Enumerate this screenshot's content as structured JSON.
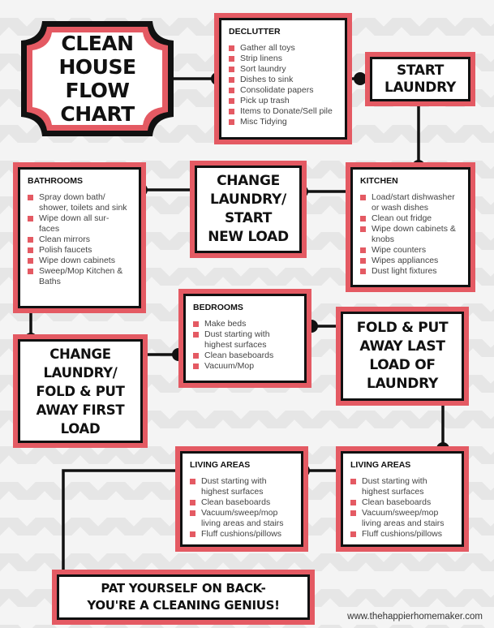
{
  "title": "CLEAN\nHOUSE\nFLOW\nCHART",
  "steps": {
    "start_laundry": "START\nLAUNDRY",
    "change_laundry_1": "CHANGE\nLAUNDRY/\nSTART\nNEW LOAD",
    "change_laundry_2": "CHANGE\nLAUNDRY/\nFOLD & PUT\nAWAY FIRST\nLOAD",
    "fold_last": "FOLD & PUT\nAWAY LAST\nLOAD OF\nLAUNDRY",
    "final": "PAT YOURSELF ON BACK-\nYOU'RE A CLEANING GENIUS!"
  },
  "lists": {
    "declutter": {
      "title": "DECLUTTER",
      "items": [
        "Gather all toys",
        "Strip linens",
        "Sort laundry",
        "Dishes to sink",
        "Consolidate papers",
        "Pick up trash",
        "Items to Donate/Sell pile",
        "Misc Tidying"
      ]
    },
    "kitchen": {
      "title": "KITCHEN",
      "items": [
        "Load/start dishwasher or wash dishes",
        "Clean out fridge",
        "Wipe down cabinets & knobs",
        "Wipe counters",
        "Wipes appliances",
        "Dust light fixtures"
      ]
    },
    "bathrooms": {
      "title": "BATHROOMS",
      "items": [
        "Spray down bath/ shower, toilets and sink",
        "Wipe down all sur- faces",
        "Clean mirrors",
        "Polish faucets",
        "Wipe down cabinets",
        "Sweep/Mop Kitchen & Baths"
      ]
    },
    "bedrooms": {
      "title": "BEDROOMS",
      "items": [
        "Make beds",
        "Dust starting with highest surfaces",
        "Clean baseboards",
        "Vacuum/Mop"
      ]
    },
    "living_right": {
      "title": "LIVING AREAS",
      "items": [
        "Dust starting with highest surfaces",
        "Clean baseboards",
        "Vacuum/sweep/mop living areas and stairs",
        "Fluff cushions/pillows"
      ]
    },
    "living_left": {
      "title": "LIVING AREAS",
      "items": [
        "Dust starting with highest surfaces",
        "Clean baseboards",
        "Vacuum/sweep/mop living areas and stairs",
        "Fluff cushions/pillows"
      ]
    }
  },
  "website": "www.thehappierhomemaker.com",
  "colors": {
    "accent": "#e45a63",
    "outline": "#111111"
  }
}
